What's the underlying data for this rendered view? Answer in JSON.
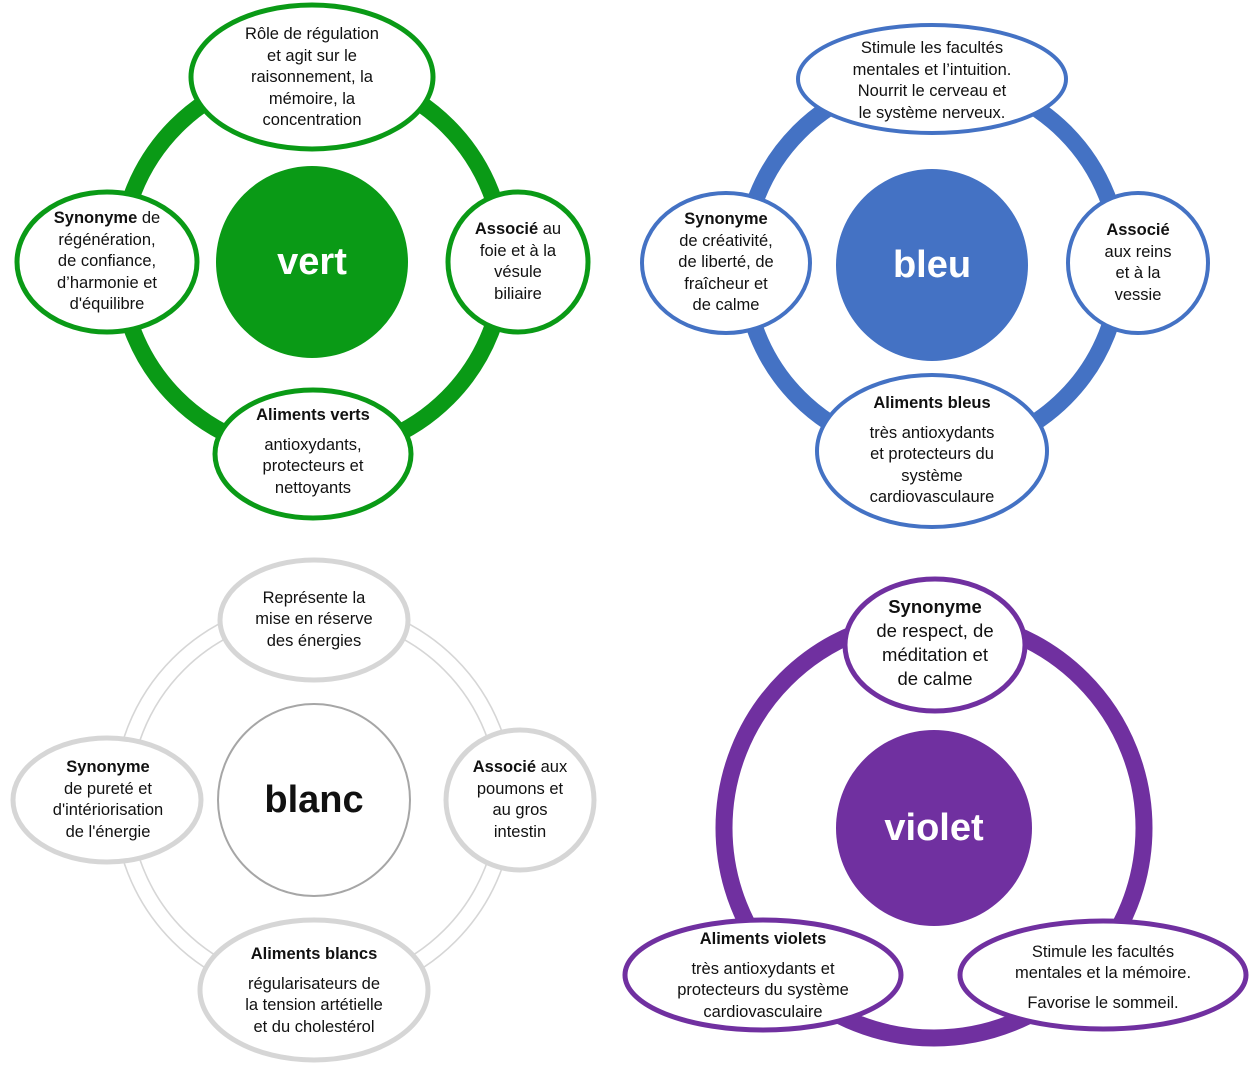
{
  "colors": {
    "vert": "#0a9a16",
    "bleu": "#4472c4",
    "blanc_border": "#d6d6d6",
    "blanc_center_border": "#a6a6a6",
    "violet": "#7030a0"
  },
  "vert": {
    "center": "vert",
    "top": [
      "Rôle de régulation",
      "et agit sur le",
      "raisonnement, la",
      "mémoire, la",
      "concentration"
    ],
    "left_bold": "Synonyme",
    "left_first_rest": " de",
    "left": [
      "régénération,",
      "de confiance,",
      "d’harmonie et",
      "d'équilibre"
    ],
    "right_bold": "Associé",
    "right_first_rest": " au",
    "right": [
      "foie et à la",
      "vésule",
      "biliaire"
    ],
    "bottom_title": "Aliments verts",
    "bottom": [
      "antioxydants,",
      "protecteurs et",
      "nettoyants"
    ]
  },
  "bleu": {
    "center": "bleu",
    "top": [
      "Stimule les facultés",
      "mentales et l’intuition.",
      "Nourrit le cerveau et",
      "le système nerveux."
    ],
    "left_title": "Synonyme",
    "left": [
      "de créativité,",
      "de liberté, de",
      "fraîcheur et",
      "de calme"
    ],
    "right_title": "Associé",
    "right": [
      "aux reins",
      "et à la",
      "vessie"
    ],
    "bottom_title": "Aliments bleus",
    "bottom": [
      "très antioxydants",
      "et protecteurs du",
      "système",
      "cardiovasculaure"
    ]
  },
  "blanc": {
    "center": "blanc",
    "top": [
      "Représente la",
      "mise en réserve",
      "des énergies"
    ],
    "left_title": "Synonyme",
    "left": [
      "de pureté et",
      "d'intériorisation",
      "de l'énergie"
    ],
    "right_bold": "Associé",
    "right_first_rest": " aux",
    "right": [
      "poumons et",
      "au gros",
      "intestin"
    ],
    "bottom_title": "Aliments blancs",
    "bottom": [
      "régularisateurs de",
      "la tension artétielle",
      "et du cholestérol"
    ]
  },
  "violet": {
    "center": "violet",
    "top_title": "Synonyme",
    "top": [
      "de respect, de",
      "méditation et",
      "de calme"
    ],
    "left_title": "Aliments violets",
    "left": [
      "très antioxydants et",
      "protecteurs du système",
      "cardiovasculaire"
    ],
    "right": [
      "Stimule les facultés",
      "mentales et la mémoire."
    ],
    "right_extra": "Favorise le sommeil."
  }
}
